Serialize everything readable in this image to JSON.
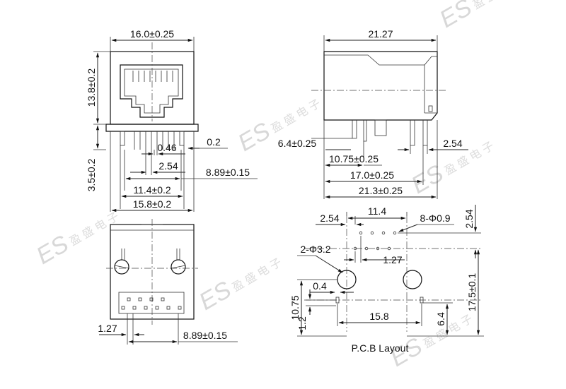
{
  "front_view": {
    "width_top": "16.0±0.25",
    "height_body": "13.8±0.2",
    "pin_len": "3.5±0.2",
    "d_046": "0.46",
    "d_02": "0.2",
    "d_254": "2.54",
    "d_889": "8.89±0.15",
    "d_114": "11.4±0.2",
    "d_158": "15.8±0.2"
  },
  "side_view": {
    "length": "21.27",
    "pin_h": "6.4±0.25",
    "d_1075": "10.75±0.25",
    "d_254": "2.54",
    "d_170": "17.0±0.25",
    "d_213": "21.3±0.25"
  },
  "bottom_view": {
    "d_127": "1.27",
    "d_889": "8.89±0.15"
  },
  "pcb_layout": {
    "caption": "P.C.B Layout",
    "d_254_top": "2.54",
    "d_114": "11.4",
    "d_holes": "8-Φ0.9",
    "d_254_right": "2.54",
    "d_mount": "2-Φ3.2",
    "d_127": "1.27",
    "d_04": "0.4",
    "d_1075": "10.75",
    "d_12": "1.2",
    "d_158": "15.8",
    "d_64": "6.4",
    "d_175": "17.5±0.1"
  },
  "watermark": {
    "logo_text": "ES",
    "company": "盈 盛 电 子"
  }
}
